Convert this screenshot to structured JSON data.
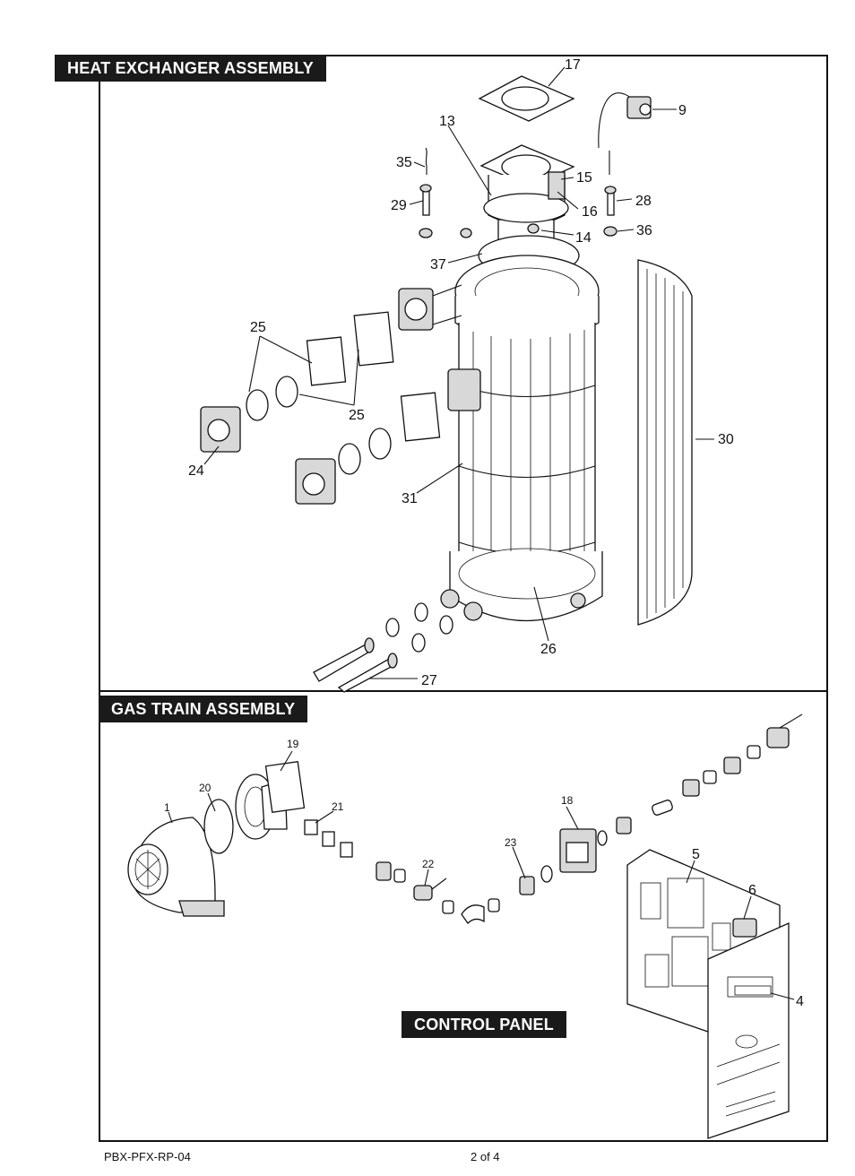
{
  "sections": {
    "heat_exchanger": {
      "title": "HEAT EXCHANGER ASSEMBLY"
    },
    "gas_train": {
      "title": "GAS TRAIN ASSEMBLY"
    },
    "control_panel": {
      "title": "CONTROL PANEL"
    }
  },
  "callouts": {
    "heat_exchanger": [
      "17",
      "9",
      "13",
      "35",
      "15",
      "29",
      "16",
      "28",
      "14",
      "36",
      "37",
      "25",
      "25",
      "30",
      "24",
      "31",
      "26",
      "27"
    ],
    "gas_train": [
      "19",
      "20",
      "1",
      "21",
      "18",
      "23",
      "22",
      "5",
      "6",
      "4"
    ]
  },
  "footer": {
    "doc_id": "PBX-PFX-RP-04",
    "page": "2 of 4"
  }
}
